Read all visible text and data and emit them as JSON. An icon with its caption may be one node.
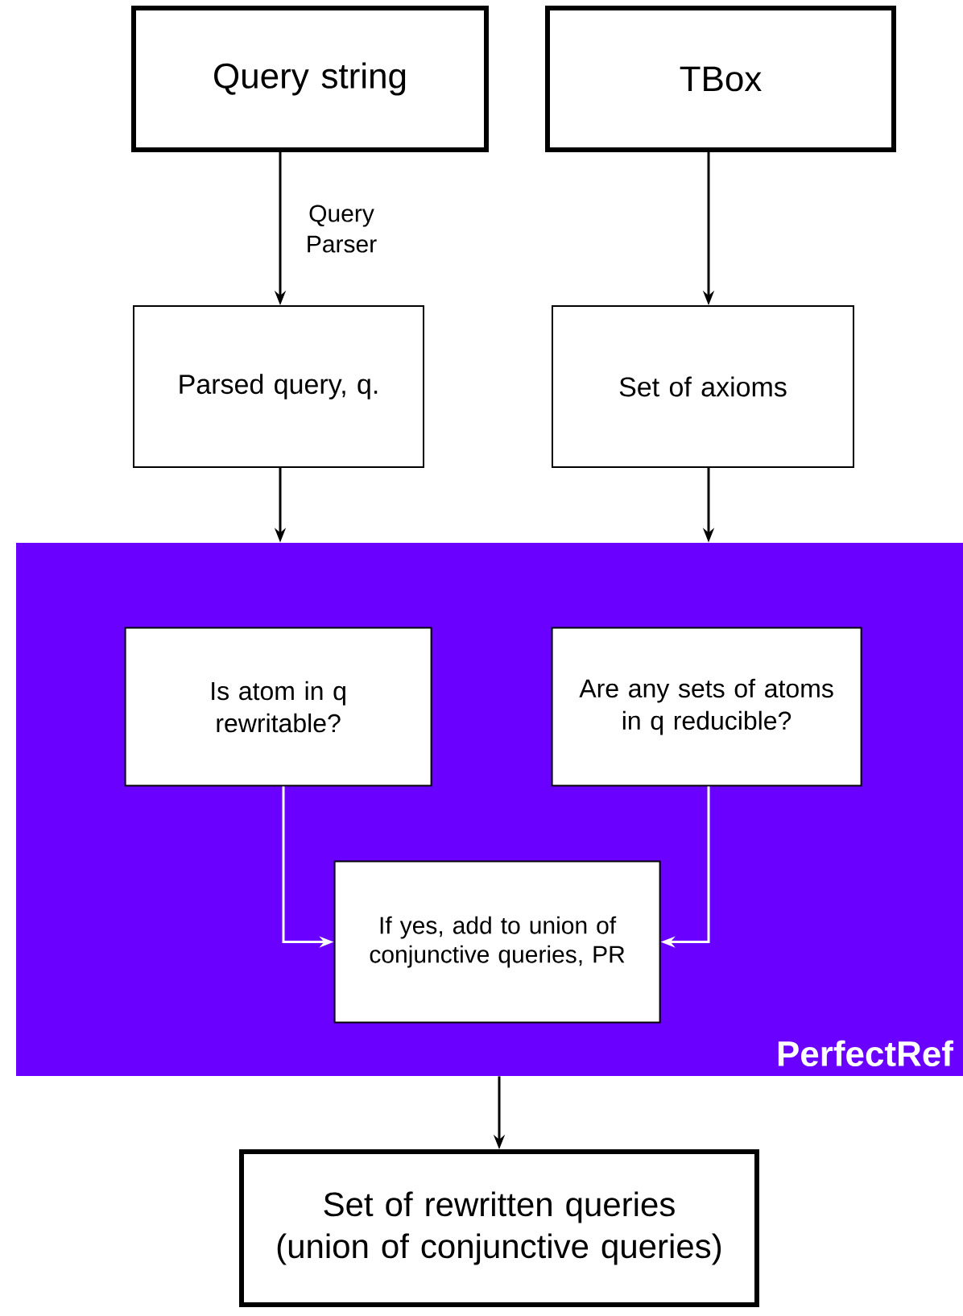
{
  "diagram": {
    "nodes": [
      {
        "text": [
          "Query string"
        ]
      },
      {
        "text": [
          "TBox"
        ]
      },
      {
        "text": [
          "Parsed query, q."
        ]
      },
      {
        "text": [
          "Set of axioms"
        ]
      },
      {
        "text": [
          "PerfectRef"
        ]
      },
      {
        "text": [
          "Is atom in q rewritable?"
        ],
        "in": 4
      },
      {
        "text": [
          "Are any sets of atoms in q reducible?"
        ],
        "in": 4
      },
      {
        "text": [
          "If yes, add to union of conjunctive queries, PR"
        ],
        "in": 4
      },
      {
        "text": [
          "Set of rewritten queries (union of conjunctive queries)"
        ]
      }
    ],
    "edges": [
      {
        "from": 0,
        "to": 2,
        "arrow": "to",
        "label": "Query Parser"
      },
      {
        "from": 1,
        "to": 3,
        "arrow": "to"
      },
      {
        "from": 2,
        "to": 4,
        "arrow": "to"
      },
      {
        "from": 3,
        "to": 4,
        "arrow": "to"
      },
      {
        "from": 5,
        "to": 7,
        "arrow": "to",
        "color": "#ffffff"
      },
      {
        "from": 6,
        "to": 7,
        "arrow": "to",
        "color": "#ffffff"
      },
      {
        "from": 4,
        "to": 8,
        "arrow": "to"
      }
    ]
  }
}
